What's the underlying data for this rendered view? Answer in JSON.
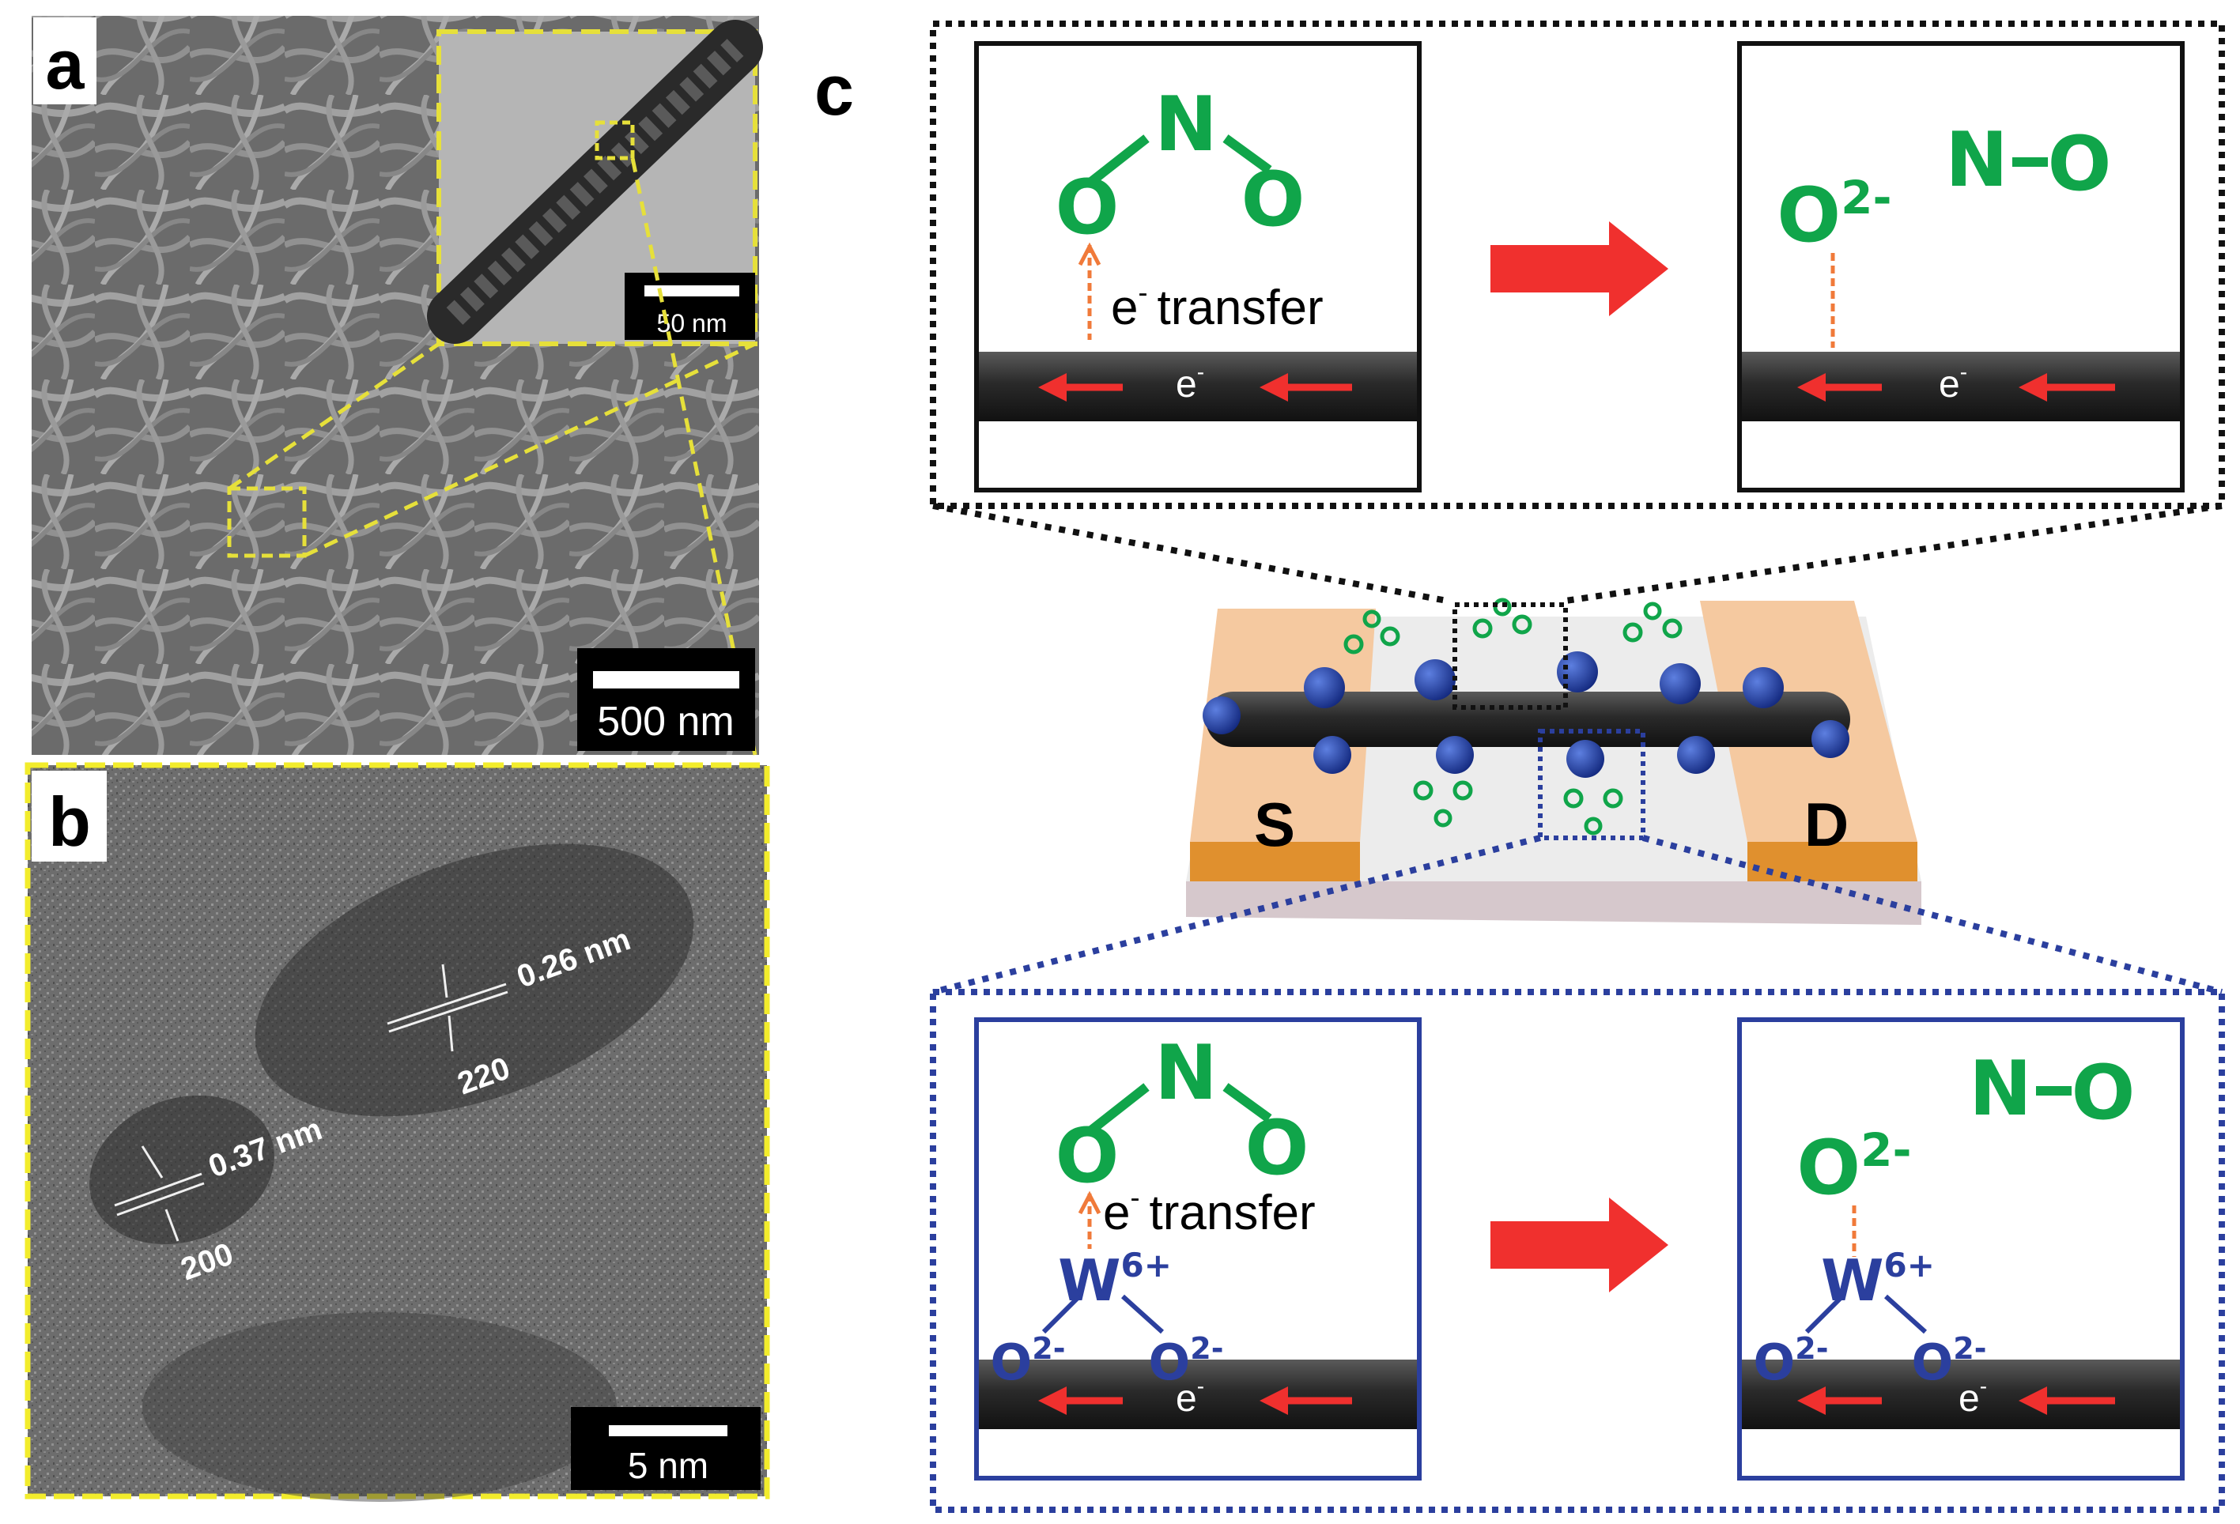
{
  "panel_a": {
    "label": "a",
    "scale_bar_main": "500 nm",
    "scale_bar_inset": "50 nm"
  },
  "panel_b": {
    "label": "b",
    "spacing_1": "0.26 nm",
    "plane_1": "220",
    "spacing_2": "0.37 nm",
    "plane_2": "200",
    "scale_bar": "5 nm"
  },
  "panel_c": {
    "label": "c",
    "source_label": "S",
    "drain_label": "D",
    "molecule": {
      "n": "N",
      "o": "O",
      "o_charged": "O",
      "charge_o": "2-"
    },
    "electron": "e",
    "electron_sup": "-",
    "transfer_text": "transfer",
    "tungsten": "W",
    "tungsten_charge": "6+",
    "lattice_o": "O",
    "lattice_o_charge": "2-"
  },
  "colors": {
    "green": "#10a54a",
    "blue": "#2b3f9e",
    "red": "#f0302e",
    "orange_dash": "#f07a3a",
    "yellow": "#e6e03a",
    "electrode": "#f5c9a0",
    "electrode_edge": "#e0902e",
    "nanowire": "#2d2d2d",
    "particle": "#1f3fa8"
  },
  "icons": [
    "arrow-right-icon",
    "electron-flow-arrow-icon"
  ]
}
